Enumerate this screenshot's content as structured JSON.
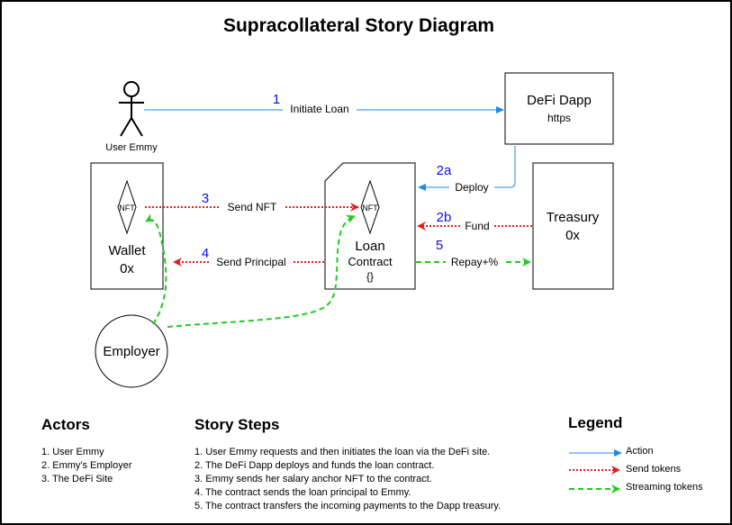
{
  "title": "Supracollateral Story Diagram",
  "actor": {
    "label": "User Emmy"
  },
  "nodes": {
    "dapp": {
      "title": "DeFi Dapp",
      "subtitle": "https"
    },
    "wallet": {
      "title": "Wallet",
      "subtitle": "0x",
      "nft": "NFT"
    },
    "loan": {
      "title": "Loan",
      "subtitle": "Contract",
      "code": "{}",
      "nft": "NFT"
    },
    "treasury": {
      "title": "Treasury",
      "subtitle": "0x"
    },
    "employer": {
      "title": "Employer"
    }
  },
  "edges": [
    {
      "id": "initiate",
      "step": "1",
      "label": "Initiate Loan",
      "kind": "action"
    },
    {
      "id": "deploy",
      "step": "2a",
      "label": "Deploy",
      "kind": "action"
    },
    {
      "id": "fund",
      "step": "2b",
      "label": "Fund",
      "kind": "send"
    },
    {
      "id": "send_nft",
      "step": "3",
      "label": "Send NFT",
      "kind": "send"
    },
    {
      "id": "send_principal",
      "step": "4",
      "label": "Send Principal",
      "kind": "send"
    },
    {
      "id": "repay",
      "step": "5",
      "label": "Repay+%",
      "kind": "stream"
    },
    {
      "id": "employer_stream",
      "step": "",
      "label": "",
      "kind": "stream"
    }
  ],
  "actors_section": {
    "title": "Actors",
    "items": [
      "1. User Emmy",
      "2. Emmy's Employer",
      "3. The DeFi Site"
    ]
  },
  "story_section": {
    "title": "Story Steps",
    "items": [
      "1. User Emmy requests and then initiates the loan via the DeFi site.",
      "2. The DeFi Dapp deploys and funds the loan contract.",
      "3. Emmy sends her salary anchor NFT to the contract.",
      "4. The contract sends the loan principal to Emmy.",
      "5. The contract transfers the incoming payments to the Dapp treasury."
    ]
  },
  "legend": {
    "title": "Legend",
    "items": [
      {
        "label": "Action",
        "kind": "action"
      },
      {
        "label": "Send tokens",
        "kind": "send"
      },
      {
        "label": "Streaming tokens",
        "kind": "stream"
      }
    ]
  },
  "colors": {
    "action": "#1f8ae6",
    "send": "#e51d1d",
    "stream": "#22c922",
    "step_number": "#0d0df2",
    "border": "#000000"
  }
}
